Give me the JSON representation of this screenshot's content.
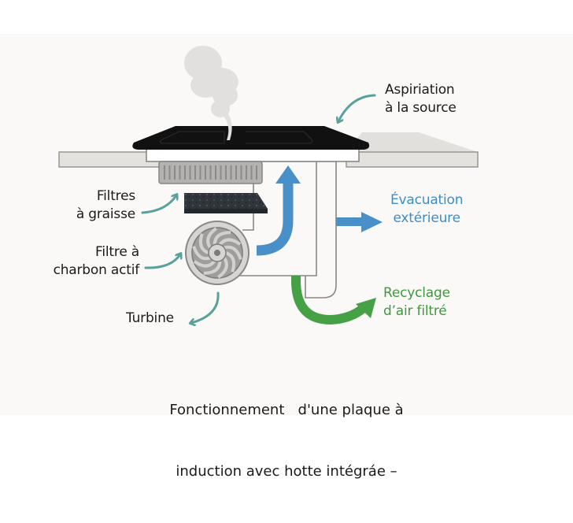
{
  "diagram": {
    "title": "Fonctionnement d'une plaque à induction avec hotte intégrée",
    "colors": {
      "background": "#faf9f7",
      "cooktop": "#111111",
      "countertop": "#e4e2df",
      "outline": "#8a8884",
      "grease_filter": "#b3b2b0",
      "charcoal_filter": "#2f353b",
      "smoke": "#e2e0de",
      "extraction_arrow": "#4a90c8",
      "recycling_arrow": "#46a046",
      "pointer_arrow": "#5aa19c",
      "label_text": "#1b1b1b"
    },
    "labels": {
      "aspiration_line1": "Aspiriation",
      "aspiration_line2": "à la source",
      "grease_line1": "Filtres",
      "grease_line2": "à graisse",
      "charcoal_line1": "Filtre à",
      "charcoal_line2": "charbon actif",
      "turbine": "Turbine",
      "evacuation_line1": "Évacuation",
      "evacuation_line2": "extérieure",
      "recycling_line1": "Recyclage",
      "recycling_line2": "d’air filtré"
    },
    "caption": {
      "line1": "Fonctionnement   d'une plaque à",
      "line2": "induction avec hotte intégráe –"
    },
    "components": [
      {
        "id": "cooktop",
        "name": "Plaque à induction"
      },
      {
        "id": "countertop",
        "name": "Plan de travail"
      },
      {
        "id": "smoke",
        "name": "Fumée"
      },
      {
        "id": "grease-filter",
        "name": "Filtres à graisse"
      },
      {
        "id": "charcoal-filter",
        "name": "Filtre à charbon actif"
      },
      {
        "id": "turbine",
        "name": "Turbine"
      },
      {
        "id": "exhaust-duct",
        "name": "Conduit d'évacuation"
      }
    ]
  }
}
